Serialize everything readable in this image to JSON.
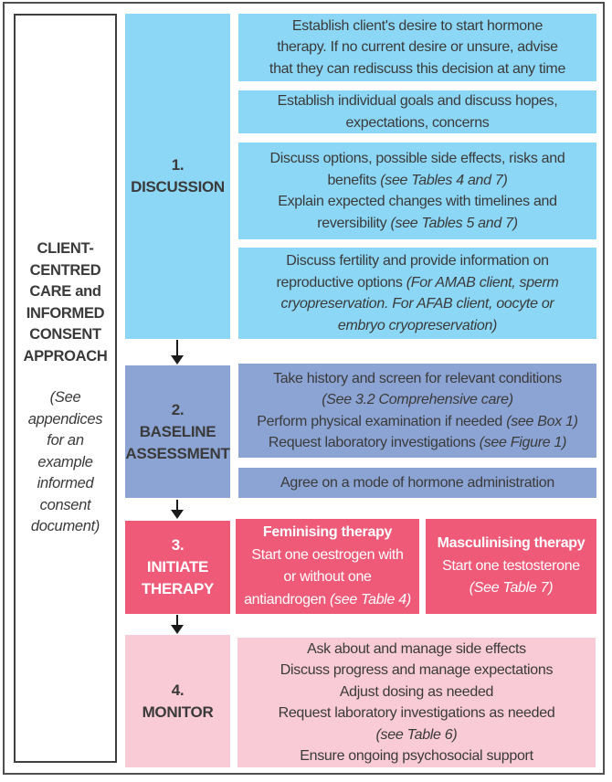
{
  "colors": {
    "light_blue": "#8DD7F6",
    "periwinkle_blue": "#8CA4D4",
    "dark_pink": "#EE5A78",
    "light_pink": "#F9CBD6",
    "text_dark": "#3A3A3A",
    "text_white": "#FFFFFF",
    "frame_border": "#4F4F4F"
  },
  "sidebar": {
    "title_lines": [
      "CLIENT-",
      "CENTRED",
      "CARE and",
      "INFORMED",
      "CONSENT",
      "APPROACH"
    ],
    "note_lines": [
      "(See",
      "appendices",
      "for an",
      "example",
      "informed",
      "consent",
      "document)"
    ]
  },
  "stages": {
    "discussion": {
      "number": "1.",
      "label_lines": [
        "DISCUSSION"
      ]
    },
    "baseline": {
      "number": "2.",
      "label_lines": [
        "BASELINE",
        "ASSESSMENT"
      ]
    },
    "initiate": {
      "number": "3.",
      "label_lines": [
        "INITIATE",
        "THERAPY"
      ]
    },
    "monitor": {
      "number": "4.",
      "label_lines": [
        "MONITOR"
      ]
    }
  },
  "boxes": {
    "discussion": [
      [
        {
          "t": "Establish client's desire to start hormone"
        },
        {
          "t": "therapy. If no current desire or unsure, advise",
          "nl": true
        },
        {
          "t": "that they can rediscuss this decision at any time",
          "nl": true
        }
      ],
      [
        {
          "t": "Establish individual goals and discuss hopes,"
        },
        {
          "t": "expectations, concerns",
          "nl": true
        }
      ],
      [
        {
          "t": "Discuss options, possible side effects, risks and"
        },
        {
          "t": "benefits ",
          "nl": true
        },
        {
          "t": "(see Tables 4 and 7)",
          "i": true
        },
        {
          "t": "Explain expected changes with timelines and",
          "nl": true
        },
        {
          "t": "reversibility ",
          "nl": true
        },
        {
          "t": "(see Tables 5 and 7)",
          "i": true
        }
      ],
      [
        {
          "t": "Discuss fertility and provide information on"
        },
        {
          "t": "reproductive options ",
          "nl": true
        },
        {
          "t": "(For AMAB client, sperm",
          "i": true
        },
        {
          "t": "cryopreservation. For AFAB client, oocyte or",
          "i": true,
          "nl": true
        },
        {
          "t": "embryo cryopreservation)",
          "i": true,
          "nl": true
        }
      ]
    ],
    "baseline": [
      [
        {
          "t": "Take history and screen for relevant conditions"
        },
        {
          "t": "(See 3.2 Comprehensive care)",
          "i": true,
          "nl": true
        },
        {
          "t": "Perform physical examination if needed ",
          "nl": true
        },
        {
          "t": "(see Box 1)",
          "i": true
        },
        {
          "t": "Request laboratory investigations ",
          "nl": true
        },
        {
          "t": "(see Figure 1)",
          "i": true
        }
      ],
      [
        {
          "t": "Agree on a mode of hormone administration"
        }
      ]
    ],
    "therapy_feminising": [
      {
        "t": "Feminising therapy",
        "b": true
      },
      {
        "t": "Start one oestrogen with",
        "nl": true
      },
      {
        "t": "or without one",
        "nl": true
      },
      {
        "t": "antiandrogen ",
        "nl": true
      },
      {
        "t": "(see Table 4)",
        "i": true
      }
    ],
    "therapy_masculinising": [
      {
        "t": "Masculinising therapy",
        "b": true
      },
      {
        "t": "Start one testosterone",
        "nl": true
      },
      {
        "t": "(See Table 7)",
        "i": true,
        "nl": true
      }
    ],
    "monitor": [
      {
        "t": "Ask about and manage side effects"
      },
      {
        "t": "Discuss progress and manage expectations",
        "nl": true
      },
      {
        "t": "Adjust dosing as needed",
        "nl": true
      },
      {
        "t": "Request laboratory investigations as needed",
        "nl": true
      },
      {
        "t": "(see Table 6)",
        "i": true,
        "nl": true
      },
      {
        "t": "Ensure ongoing psychosocial support",
        "nl": true
      }
    ]
  }
}
